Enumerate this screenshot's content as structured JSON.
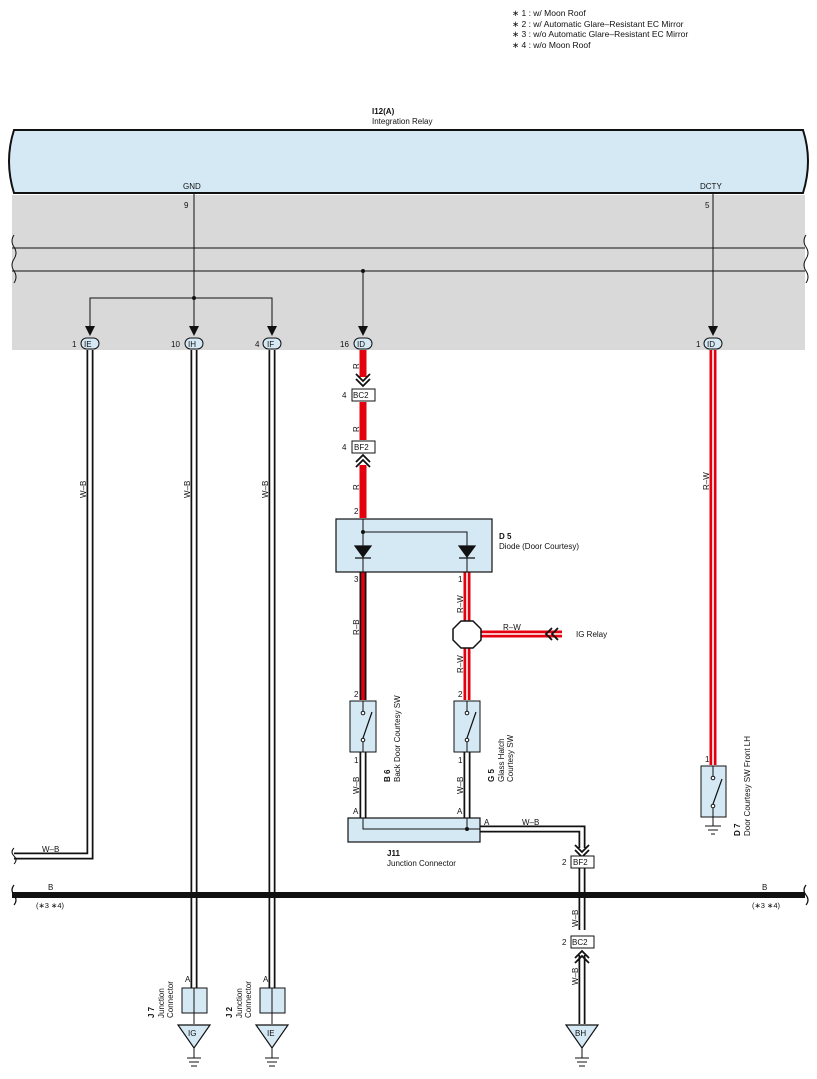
{
  "notes": [
    "∗ 1 : w/ Moon Roof",
    "∗ 2 : w/ Automatic Glare–Resistant EC Mirror",
    "∗ 3 : w/o Automatic Glare–Resistant EC Mirror",
    "∗ 4 : w/o Moon Roof"
  ],
  "relay": {
    "code": "I12(A)",
    "name": "Integration Relay",
    "pins": [
      {
        "label": "GND",
        "number": "9"
      },
      {
        "label": "DCTY",
        "number": "5"
      }
    ]
  },
  "connectors": {
    "ie_top": {
      "pin": "1",
      "code": "IE"
    },
    "ih": {
      "pin": "10",
      "code": "IH"
    },
    "if": {
      "pin": "4",
      "code": "IF"
    },
    "id_mid": {
      "pin": "16",
      "code": "ID"
    },
    "id_right": {
      "pin": "1",
      "code": "ID"
    },
    "bc2_top": {
      "pin": "4",
      "code": "BC2"
    },
    "bf2_top": {
      "pin": "4",
      "code": "BF2"
    },
    "bf2_bottom": {
      "pin": "2",
      "code": "BF2"
    },
    "bc2_bottom": {
      "pin": "2",
      "code": "BC2"
    }
  },
  "wires": {
    "w_b": "W–B",
    "r": "R",
    "r_b": "R–B",
    "r_w": "R–W",
    "b": "B"
  },
  "diode": {
    "code": "D 5",
    "name": "Diode (Door Courtesy)",
    "pin_in": "2",
    "pin_left": "3",
    "pin_right": "1"
  },
  "ig_relay": "IG Relay",
  "switches": {
    "b6": {
      "code": "B 6",
      "name": "Back Door Courtesy SW",
      "pin_top": "2",
      "pin_bottom": "1"
    },
    "g5": {
      "code": "G 5",
      "name1": "Glass Hatch",
      "name2": "Courtesy SW",
      "pin_top": "2",
      "pin_bottom": "1"
    },
    "d7": {
      "code": "D 7",
      "name": "Door Courtesy SW Front LH",
      "pin_top": "1"
    }
  },
  "j11": {
    "code": "J11",
    "name": "Junction Connector",
    "pin_a": "A"
  },
  "j7": {
    "code": "J 7",
    "name1": "Junction",
    "name2": "Connector",
    "pin": "A"
  },
  "j2": {
    "code": "J 2",
    "name1": "Junction",
    "name2": "Connector",
    "pin": "A"
  },
  "grounds": {
    "ig": "IG",
    "ie": "IE",
    "bh": "BH"
  },
  "bus_note": "(∗3 ∗4)"
}
